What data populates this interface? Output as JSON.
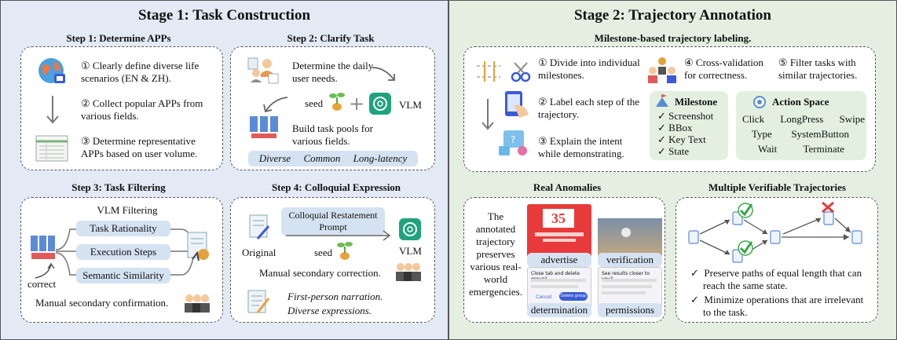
{
  "stage1": {
    "title": "Stage 1: Task Construction",
    "step1": {
      "title": "Step 1: Determine APPs",
      "items": [
        "① Clearly define diverse life scenarios (EN & ZH).",
        "② Collect popular APPs from various fields.",
        "③ Determine representative APPs based on user volume."
      ]
    },
    "step2": {
      "title": "Step 2: Clarify Task",
      "needs": "Determine the daily user needs.",
      "seed": "seed",
      "plus": "+",
      "vlm": "VLM",
      "pools": "Build task pools for various fields.",
      "tags": [
        "Diverse",
        "Common",
        "Long-latency"
      ]
    },
    "step3": {
      "title": "Step 3: Task Filtering",
      "filter_label": "VLM Filtering",
      "filters": [
        "Task Rationality",
        "Execution Steps",
        "Semantic Similarity"
      ],
      "correct": "correct",
      "confirm": "Manual secondary confirmation."
    },
    "step4": {
      "title": "Step 4: Colloquial Expression",
      "prompt": "Colloquial Restatement Prompt",
      "original": "Original",
      "seed": "seed",
      "vlm": "VLM",
      "correction": "Manual secondary correction.",
      "notes": [
        "First-person narration.",
        "Diverse expressions."
      ]
    }
  },
  "stage2": {
    "title": "Stage 2: Trajectory Annotation",
    "subtitle": "Milestone-based trajectory labeling.",
    "steps": [
      "① Divide into individual milestones.",
      "② Label each step of the trajectory.",
      "③ Explain the intent while demonstrating.",
      "④ Cross-validation for correctness.",
      "⑤ Filter tasks with similar trajectories."
    ],
    "milestone": {
      "title": "Milestone",
      "items": [
        "Screenshot",
        "BBox",
        "Key Text",
        "State"
      ]
    },
    "action_space": {
      "title": "Action Space",
      "rows": [
        [
          "Click",
          "LongPress",
          "Swipe"
        ],
        [
          "Type",
          "SystemButton"
        ],
        [
          "Wait",
          "Terminate"
        ]
      ]
    },
    "anomalies": {
      "title": "Real Anomalies",
      "description": "The annotated trajectory preserves various real-world emergencies.",
      "labels": [
        "advertise",
        "verification",
        "determination",
        "permissions"
      ],
      "ad_number": "35",
      "dialog_title": "Close tab and delete group?",
      "dialog_cancel": "Cancel",
      "dialog_ok": "Delete group",
      "perm_title": "See results closer to you?"
    },
    "verifiable": {
      "title": "Multiple Verifiable Trajectories",
      "points": [
        "Preserve paths of equal length that can reach the same state.",
        "Minimize operations that are irrelevant to the task."
      ]
    }
  },
  "colors": {
    "stage1_bg": "#e3e9f5",
    "stage2_bg": "#e4efe2",
    "pill_blue": "#d5e2f2",
    "box_green": "#e3f0e0",
    "check_green": "#3aa84a",
    "cross_red": "#e23b3b"
  }
}
